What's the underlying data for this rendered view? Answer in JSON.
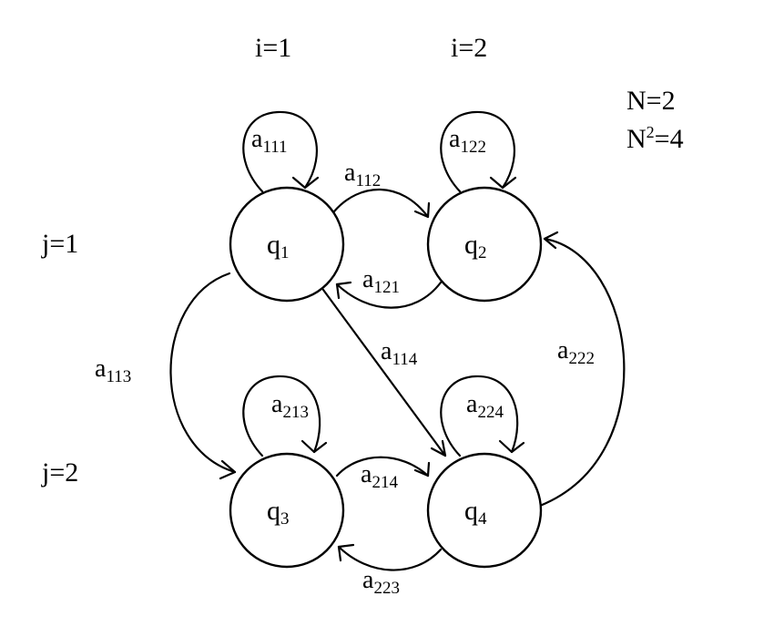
{
  "header": {
    "col_labels": [
      "i=1",
      "i=2"
    ],
    "row_labels": [
      "j=1",
      "j=2"
    ],
    "info": [
      "N=2",
      "N2=4"
    ]
  },
  "info_lines": [
    {
      "text": "N=",
      "value": "2"
    },
    {
      "base": "N",
      "sup": "2",
      "rest": "=4"
    }
  ],
  "nodes": [
    {
      "id": "q1",
      "base": "q",
      "sub": "1"
    },
    {
      "id": "q2",
      "base": "q",
      "sub": "2"
    },
    {
      "id": "q3",
      "base": "q",
      "sub": "3"
    },
    {
      "id": "q4",
      "base": "q",
      "sub": "4"
    }
  ],
  "edges": [
    {
      "id": "a111",
      "from": "q1",
      "to": "q1",
      "base": "a",
      "sub": "111"
    },
    {
      "id": "a122",
      "from": "q2",
      "to": "q2",
      "base": "a",
      "sub": "122"
    },
    {
      "id": "a112",
      "from": "q1",
      "to": "q2",
      "base": "a",
      "sub": "112"
    },
    {
      "id": "a121",
      "from": "q2",
      "to": "q1",
      "base": "a",
      "sub": "121"
    },
    {
      "id": "a113",
      "from": "q1",
      "to": "q3",
      "base": "a",
      "sub": "113"
    },
    {
      "id": "a114",
      "from": "q1",
      "to": "q4",
      "base": "a",
      "sub": "114"
    },
    {
      "id": "a222",
      "from": "q4",
      "to": "q2",
      "base": "a",
      "sub": "222"
    },
    {
      "id": "a213",
      "from": "q3",
      "to": "q3",
      "base": "a",
      "sub": "213"
    },
    {
      "id": "a224",
      "from": "q4",
      "to": "q4",
      "base": "a",
      "sub": "224"
    },
    {
      "id": "a214",
      "from": "q3",
      "to": "q4",
      "base": "a",
      "sub": "214"
    },
    {
      "id": "a223",
      "from": "q4",
      "to": "q3",
      "base": "a",
      "sub": "223"
    }
  ]
}
